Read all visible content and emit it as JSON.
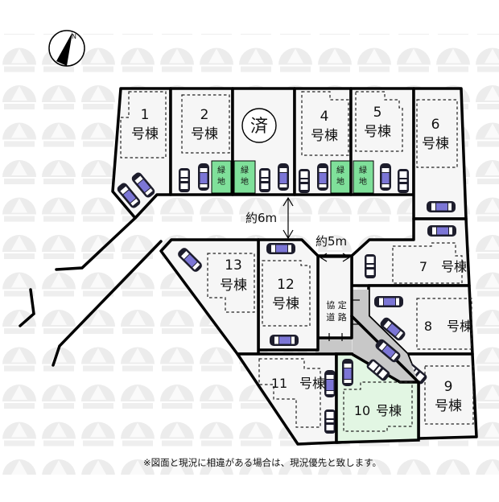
{
  "plan": {
    "compass": {
      "label": "N",
      "icon": "north-arrow-icon"
    },
    "lots": [
      {
        "id": "1",
        "number": "1",
        "suffix": "号棟",
        "status": "available"
      },
      {
        "id": "2",
        "number": "2",
        "suffix": "号棟",
        "status": "available"
      },
      {
        "id": "3",
        "number": "",
        "suffix": "",
        "status": "sold",
        "badge": "済"
      },
      {
        "id": "4",
        "number": "4",
        "suffix": "号棟",
        "status": "available"
      },
      {
        "id": "5",
        "number": "5",
        "suffix": "号棟",
        "status": "available"
      },
      {
        "id": "6",
        "number": "6",
        "suffix": "号棟",
        "status": "available"
      },
      {
        "id": "7",
        "number": "7",
        "suffix": "号棟",
        "status": "available"
      },
      {
        "id": "8",
        "number": "8",
        "suffix": "号棟",
        "status": "available"
      },
      {
        "id": "9",
        "number": "9",
        "suffix": "号棟",
        "status": "available"
      },
      {
        "id": "10",
        "number": "10",
        "suffix": "号棟",
        "status": "highlighted"
      },
      {
        "id": "11",
        "number": "11",
        "suffix": "号棟",
        "status": "available"
      },
      {
        "id": "12",
        "number": "12",
        "suffix": "号棟",
        "status": "available"
      },
      {
        "id": "13",
        "number": "13",
        "suffix": "号棟",
        "status": "available"
      }
    ],
    "sold_badge": "済",
    "green_space": {
      "line1": "緑",
      "line2": "地"
    },
    "road_width_main": "約6m",
    "road_width_side": "約5m",
    "agreement_road": {
      "line1": "協 定",
      "line2": "道 路"
    },
    "colors": {
      "lot_fill": "#f6f6f6",
      "highlight_fill": "#e2f6e3",
      "green_space": "#7fe09a",
      "shared_road": "#c8c8c8",
      "car_window": "#7c76d6",
      "outline": "#000000"
    }
  },
  "footnote": "※図面と現況に相違がある場合は、現況優先と致します。"
}
